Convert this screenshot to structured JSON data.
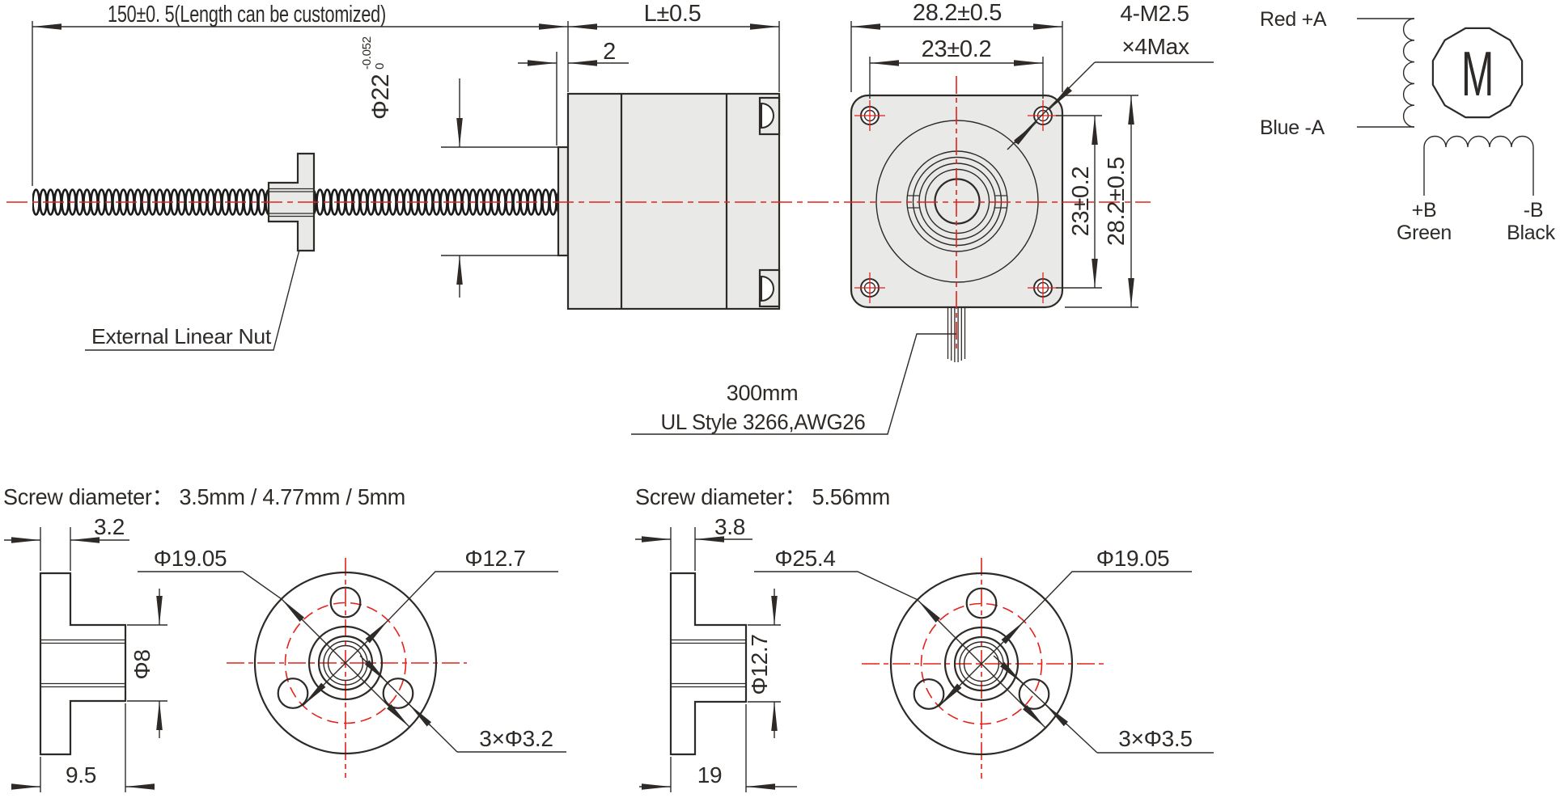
{
  "colors": {
    "line": "#2e2a27",
    "red": "#e32219",
    "gray_fill": "#e9e9e8",
    "background": "#ffffff"
  },
  "side_view": {
    "screw_length": "150±0. 5(Length can be customized)",
    "body_length": "L±0.5",
    "pilot_depth": "2",
    "pilot_dia_main": "Φ22",
    "pilot_dia_tol_upper": "0",
    "pilot_dia_tol_lower": "-0.052",
    "nut_callout": "External Linear Nut"
  },
  "front_view": {
    "flange_width": "28.2±0.5",
    "hole_spacing_h": "23±0.2",
    "hole_spacing_v": "23±0.2",
    "flange_height": "28.2±0.5",
    "mount_holes_line1": "4-M2.5",
    "mount_holes_line2": "×4Max",
    "cable_line1": "300mm",
    "cable_line2": "UL Style 3266,AWG26"
  },
  "wiring": {
    "lead_a_pos": "Red +A",
    "lead_a_neg": "Blue -A",
    "motor_symbol": "M",
    "lead_b_pos": "+B",
    "lead_b_pos_color": "Green",
    "lead_b_neg": "-B",
    "lead_b_neg_color": "Black"
  },
  "nut_small": {
    "heading": "Screw diameter：  3.5mm / 4.77mm / 5mm",
    "flange_thickness": "3.2",
    "total_length": "9.5",
    "bore_dia": "Φ8",
    "flange_dia": "Φ19.05",
    "bolt_circle": "Φ12.7",
    "holes": "3×Φ3.2"
  },
  "nut_large": {
    "heading": "Screw diameter：  5.56mm",
    "flange_thickness": "3.8",
    "total_length": "19",
    "bore_dia": "Φ12.7",
    "flange_dia": "Φ25.4",
    "bolt_circle": "Φ19.05",
    "holes": "3×Φ3.5"
  }
}
